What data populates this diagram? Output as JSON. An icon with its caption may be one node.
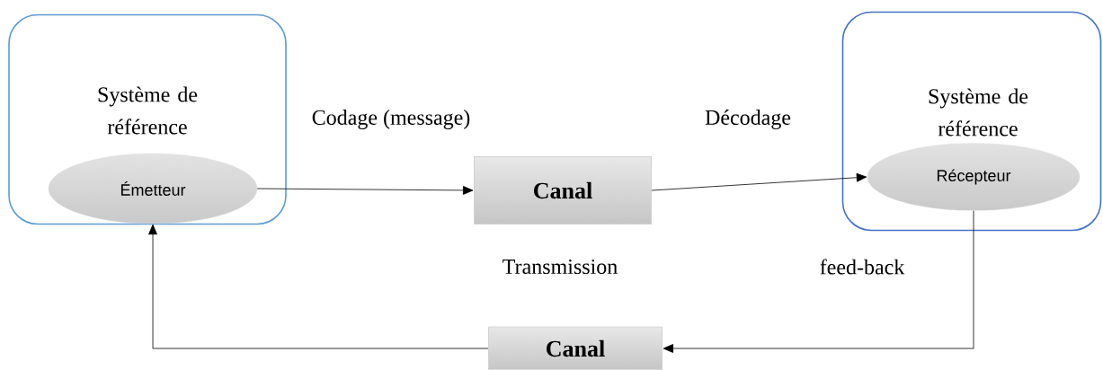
{
  "diagram": {
    "nodes": [
      {
        "text": [
          "Système de référence"
        ]
      },
      {
        "text": [
          "Émetteur"
        ],
        "in": 0
      },
      {
        "text": [
          "Canal"
        ]
      },
      {
        "text": [
          "Système de référence"
        ]
      },
      {
        "text": [
          "Récepteur"
        ],
        "in": 3
      },
      {
        "text": [
          "Canal"
        ]
      }
    ],
    "edges": [
      {
        "from": 1,
        "to": 2,
        "arrow": "to"
      },
      {
        "from": 2,
        "to": 4,
        "arrow": "to"
      },
      {
        "from": 4,
        "to": 5,
        "arrow": "to"
      },
      {
        "from": 5,
        "to": 1,
        "arrow": "to"
      }
    ],
    "labels": [
      "Codage (message)",
      "Décodage",
      "Transmission",
      "feed-back"
    ]
  }
}
